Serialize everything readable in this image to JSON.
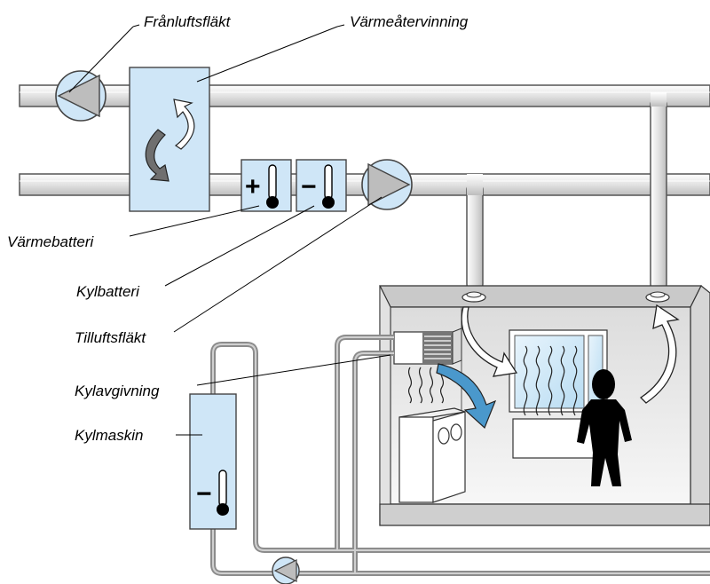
{
  "labels": {
    "exhaust_fan": "Frånluftsfläkt",
    "heat_recovery": "Värmeåtervinning",
    "heating_coil": "Värmebatteri",
    "cooling_coil": "Kylbatteri",
    "supply_fan": "Tilluftsfläkt",
    "cooling_emitter": "Kylavgivning",
    "chiller": "Kylmaskin"
  },
  "symbols": {
    "plus": "+",
    "minus": "−"
  },
  "colors": {
    "duct_fill": "#e6e6e6",
    "duct_outline": "#555555",
    "component_fill": "#cfe6f7",
    "pipe": "#8c8c8c",
    "room_floor": "#c9c9c9",
    "arrow_dark": "#6f6f6f"
  }
}
